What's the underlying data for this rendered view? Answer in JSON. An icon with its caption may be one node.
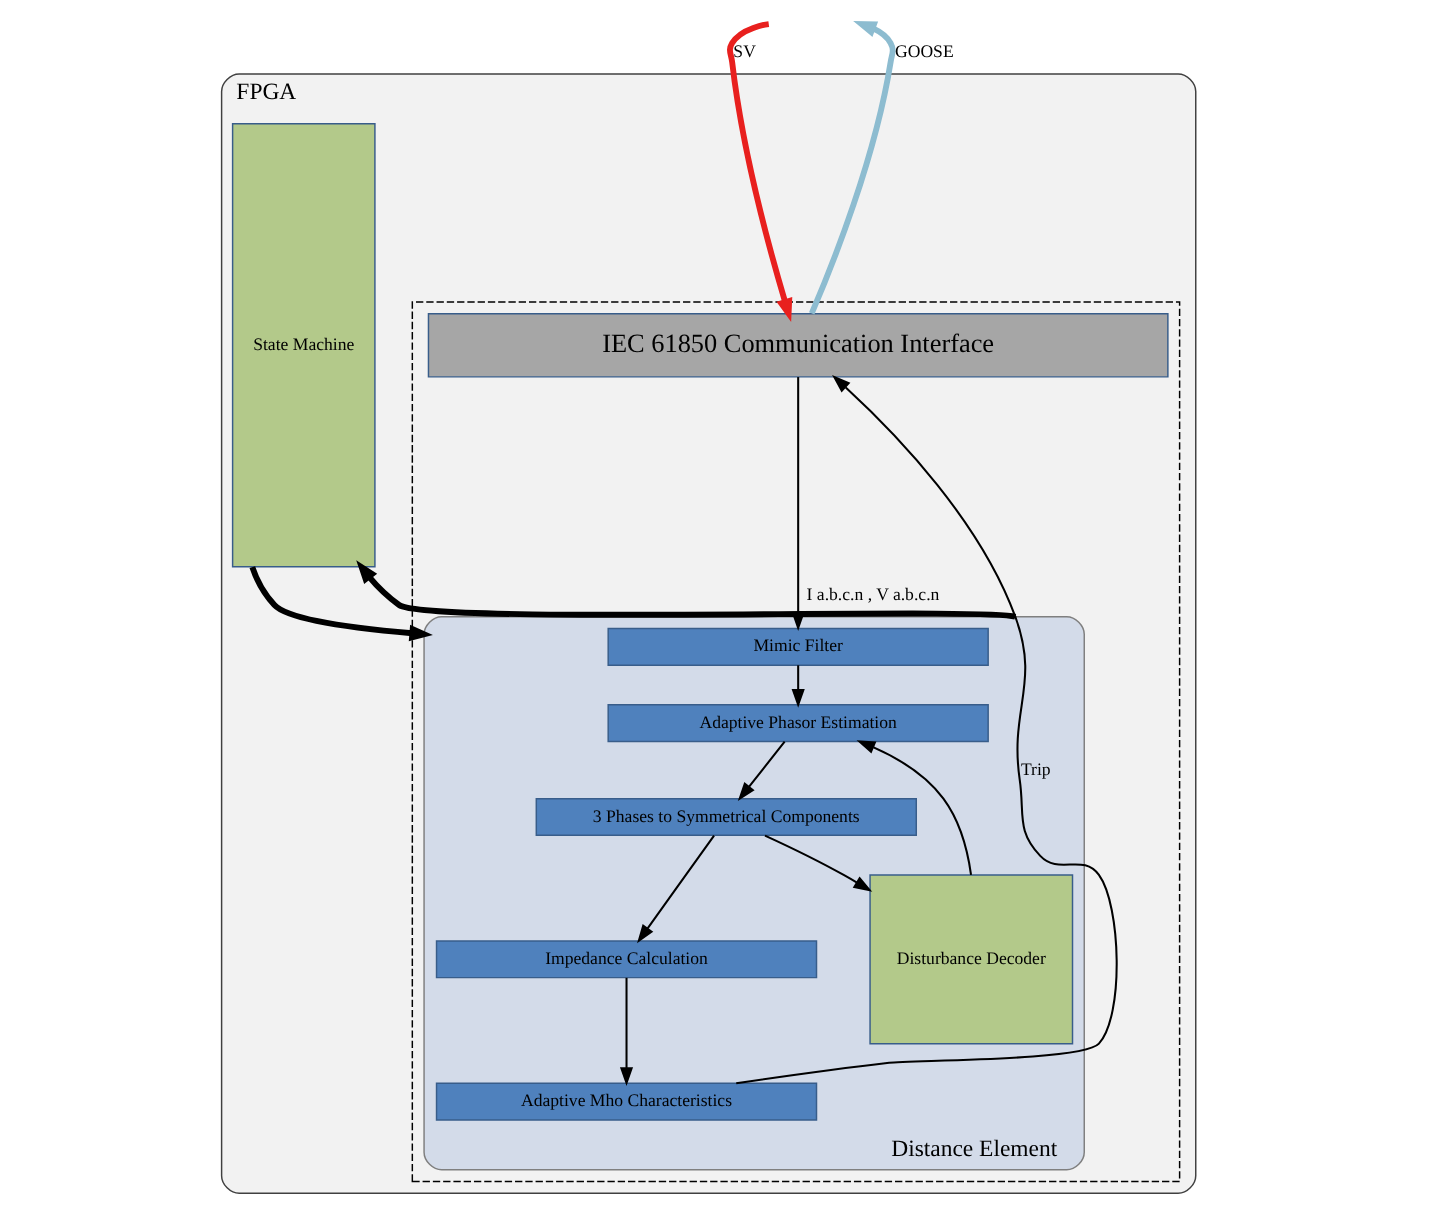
{
  "diagram": {
    "nodes": [
      {
        "text": [
          "FPGA"
        ]
      },
      {
        "text": [],
        "shape": "box",
        "in": 0
      },
      {
        "text": [
          "State Machine"
        ],
        "in": 0
      },
      {
        "text": [
          "IEC 61850 Communication Interface"
        ],
        "in": 1
      },
      {
        "text": [
          "Distance Element"
        ],
        "in": 1
      },
      {
        "text": [
          "Mimic Filter"
        ],
        "in": 4
      },
      {
        "text": [
          "Adaptive Phasor Estimation"
        ],
        "in": 4
      },
      {
        "text": [
          "3 Phases to Symmetrical Components"
        ],
        "in": 4
      },
      {
        "text": [
          "Impedance Calculation"
        ],
        "in": 4
      },
      {
        "text": [
          "Adaptive Mho Characteristics"
        ],
        "in": 4
      },
      {
        "text": [
          "Disturbance Decoder"
        ],
        "in": 4
      }
    ],
    "edges": [
      {
        "from": null,
        "to": 3,
        "arrow": "to",
        "label": "SV",
        "style": "thick",
        "color": "#e8201e"
      },
      {
        "from": 3,
        "to": null,
        "arrow": "to",
        "label": "GOOSE",
        "style": "thick",
        "color": "#8dbcd0"
      },
      {
        "from": 3,
        "to": 5,
        "arrow": "to",
        "label": "I a.b.c.n , V a.b.c.n"
      },
      {
        "from": 5,
        "to": 6,
        "arrow": "to"
      },
      {
        "from": 6,
        "to": 7,
        "arrow": "to"
      },
      {
        "from": 7,
        "to": 8,
        "arrow": "to"
      },
      {
        "from": 7,
        "to": 10,
        "arrow": "to"
      },
      {
        "from": 10,
        "to": 6,
        "arrow": "to"
      },
      {
        "from": 8,
        "to": 9,
        "arrow": "to"
      },
      {
        "from": 9,
        "to": 3,
        "arrow": "to",
        "label": "Trip"
      },
      {
        "from": 2,
        "to": 4,
        "arrow": "to",
        "style": "thick"
      },
      {
        "from": 4,
        "to": 2,
        "arrow": "to",
        "style": "thick"
      }
    ]
  }
}
